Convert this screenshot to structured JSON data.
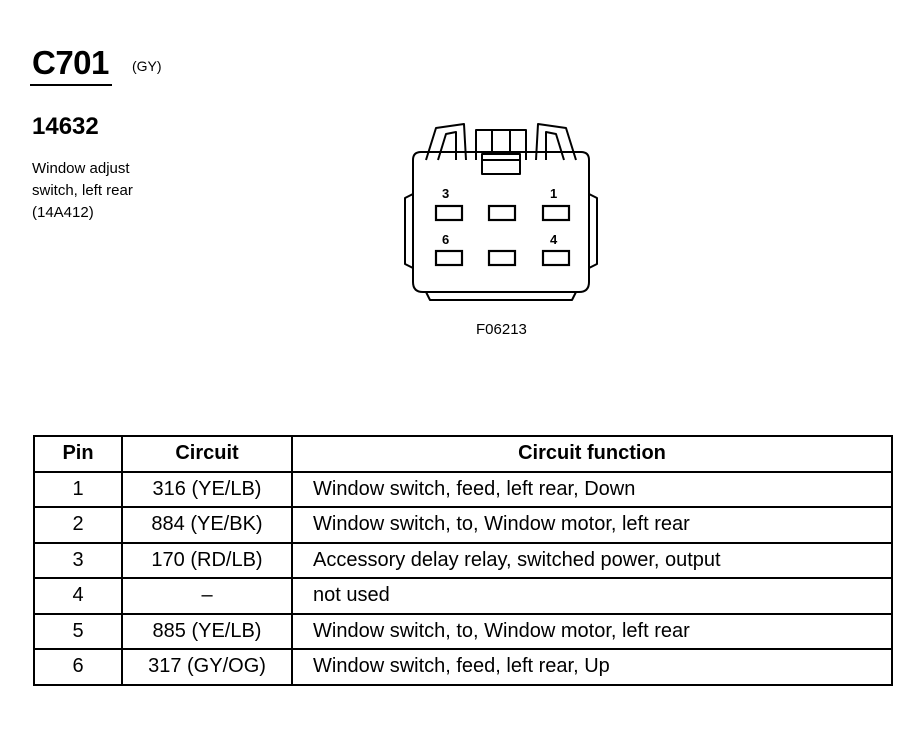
{
  "header": {
    "connector_id": "C701",
    "connector_color": "(GY)",
    "part_number": "14632",
    "description_lines": [
      "Window adjust",
      "switch, left rear",
      "(14A412)"
    ]
  },
  "figure": {
    "code": "F06213",
    "pin_labels": [
      "3",
      "1",
      "6",
      "4"
    ]
  },
  "table": {
    "headers": {
      "pin": "Pin",
      "circuit": "Circuit",
      "function": "Circuit function"
    },
    "rows": [
      {
        "pin": "1",
        "circuit": "316 (YE/LB)",
        "function": "Window switch, feed, left rear, Down"
      },
      {
        "pin": "2",
        "circuit": "884 (YE/BK)",
        "function": "Window switch, to, Window motor, left rear"
      },
      {
        "pin": "3",
        "circuit": "170 (RD/LB)",
        "function": "Accessory delay relay, switched power, output"
      },
      {
        "pin": "4",
        "circuit": "–",
        "function": "not used"
      },
      {
        "pin": "5",
        "circuit": "885 (YE/LB)",
        "function": "Window switch, to, Window motor, left rear"
      },
      {
        "pin": "6",
        "circuit": "317 (GY/OG)",
        "function": "Window switch, feed, left rear, Up"
      }
    ]
  }
}
